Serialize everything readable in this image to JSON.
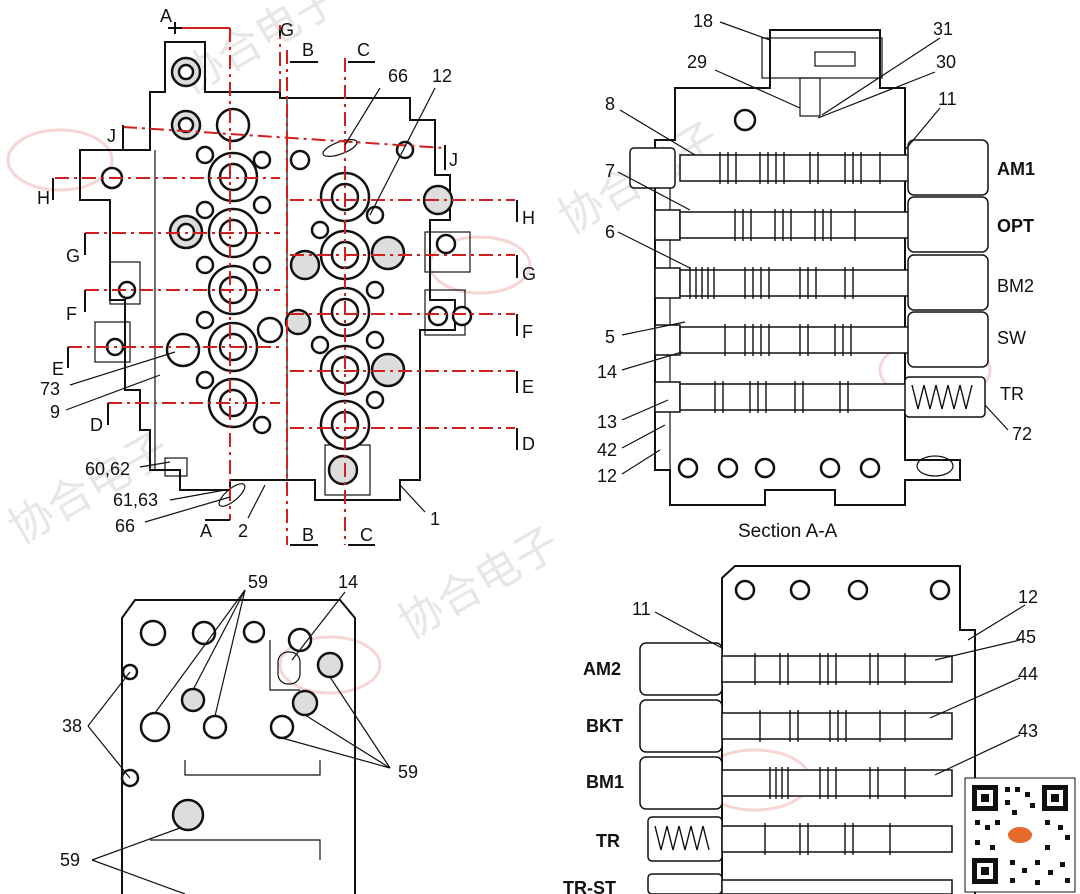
{
  "watermarks": [
    "协合电子",
    "协合电子",
    "协合电子",
    "协合电子"
  ],
  "top_left_view": {
    "section_marks": [
      "A",
      "G",
      "B",
      "C",
      "J",
      "J",
      "H",
      "H",
      "G",
      "G",
      "F",
      "F",
      "E",
      "E",
      "D",
      "D",
      "A",
      "B",
      "C"
    ],
    "callouts": [
      "66",
      "12",
      "73",
      "9",
      "60,62",
      "61,63",
      "66",
      "2",
      "1"
    ]
  },
  "section_aa": {
    "caption": "Section A-A",
    "spool_labels": [
      "AM1",
      "OPT",
      "BM2",
      "SW",
      "TR"
    ],
    "callouts": [
      "18",
      "31",
      "29",
      "30",
      "8",
      "11",
      "7",
      "6",
      "5",
      "14",
      "13",
      "42",
      "12",
      "72"
    ]
  },
  "bottom_left_view": {
    "callouts": [
      "59",
      "14",
      "38",
      "59",
      "59"
    ]
  },
  "bottom_right_view": {
    "spool_labels": [
      "AM2",
      "BKT",
      "BM1",
      "TR",
      "TR-ST"
    ],
    "callouts": [
      "11",
      "12",
      "45",
      "44",
      "43"
    ]
  }
}
